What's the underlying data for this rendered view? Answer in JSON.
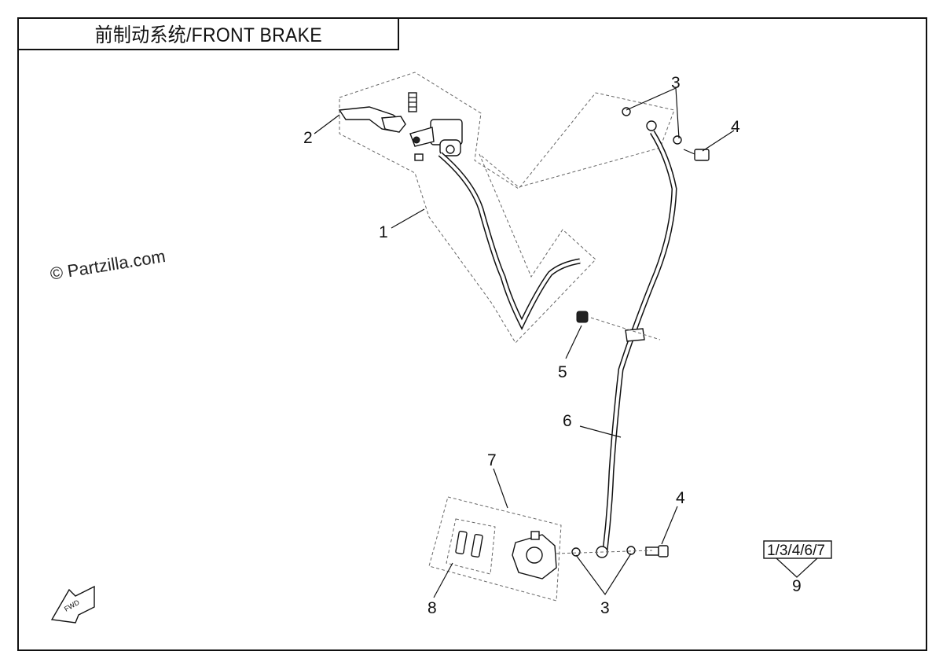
{
  "title": "前制动系统/FRONT BRAKE",
  "watermark": "© Partzilla.com",
  "callouts": {
    "c1": "1",
    "c2": "2",
    "c3_top": "3",
    "c3_bottom": "3",
    "c4_top": "4",
    "c4_bottom": "4",
    "c5": "5",
    "c6": "6",
    "c7": "7",
    "c8": "8",
    "c9": "9"
  },
  "kit_label": "1/3/4/6/7",
  "fwd_label": "FWD"
}
